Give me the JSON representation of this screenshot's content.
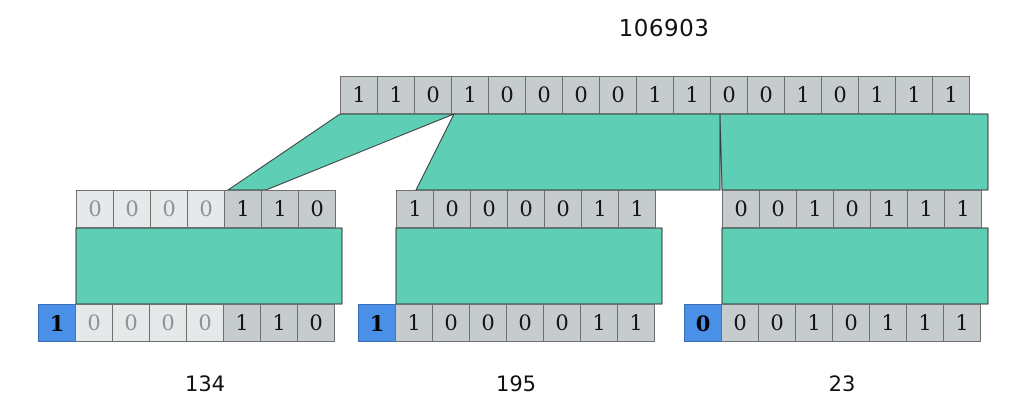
{
  "diagram": {
    "title": "106903",
    "accent_teal": "#5ecfb4",
    "flag_blue": "#4a90e8",
    "cell_grey": "#c6cccd",
    "cell_pale": "#e6e9ea",
    "top_row": {
      "label": "106903",
      "bits": [
        "1",
        "1",
        "0",
        "1",
        "0",
        "0",
        "0",
        "0",
        "1",
        "1",
        "0",
        "0",
        "1",
        "0",
        "1",
        "1",
        "1"
      ]
    },
    "groups": [
      {
        "caption": "134",
        "middle_bits": [
          "0",
          "0",
          "0",
          "0",
          "1",
          "1",
          "0"
        ],
        "middle_styles": [
          "pale",
          "pale",
          "pale",
          "pale",
          "grey",
          "grey",
          "grey"
        ],
        "flag": "1",
        "bottom_bits": [
          "0",
          "0",
          "0",
          "0",
          "1",
          "1",
          "0"
        ],
        "bottom_styles": [
          "pale",
          "pale",
          "pale",
          "pale",
          "grey",
          "grey",
          "grey"
        ]
      },
      {
        "caption": "195",
        "middle_bits": [
          "1",
          "0",
          "0",
          "0",
          "0",
          "1",
          "1"
        ],
        "middle_styles": [
          "grey",
          "grey",
          "grey",
          "grey",
          "grey",
          "grey",
          "grey"
        ],
        "flag": "1",
        "bottom_bits": [
          "1",
          "0",
          "0",
          "0",
          "0",
          "1",
          "1"
        ],
        "bottom_styles": [
          "grey",
          "grey",
          "grey",
          "grey",
          "grey",
          "grey",
          "grey"
        ]
      },
      {
        "caption": "23",
        "middle_bits": [
          "0",
          "0",
          "1",
          "0",
          "1",
          "1",
          "1"
        ],
        "middle_styles": [
          "grey",
          "grey",
          "grey",
          "grey",
          "grey",
          "grey",
          "grey"
        ],
        "flag": "0",
        "bottom_bits": [
          "0",
          "0",
          "1",
          "0",
          "1",
          "1",
          "1"
        ],
        "bottom_styles": [
          "grey",
          "grey",
          "grey",
          "grey",
          "grey",
          "grey",
          "grey"
        ]
      }
    ]
  }
}
